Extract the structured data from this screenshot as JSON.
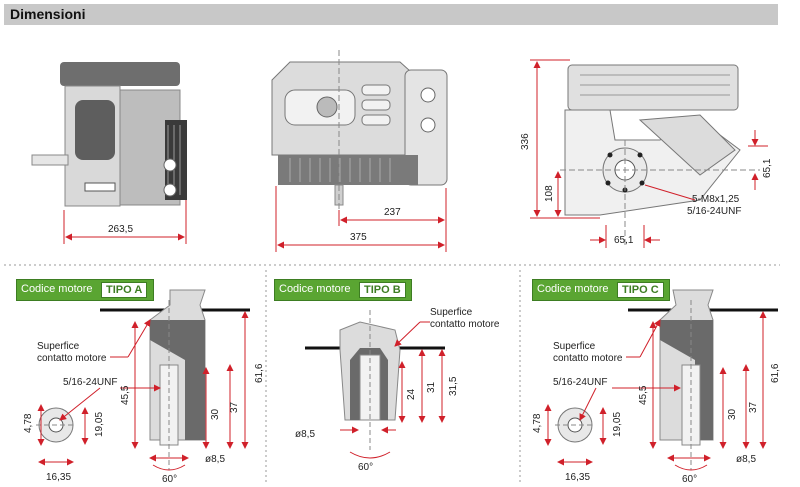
{
  "header": {
    "title": "Dimensioni"
  },
  "top": {
    "d1_width": "263,5",
    "d2_short": "237",
    "d2_long": "375",
    "d3_height": "336",
    "d3_108": "108",
    "d3_651v": "65,1",
    "d3_thread1": "5-M8x1,25",
    "d3_thread2": "5/16-24UNF",
    "d3_651h": "65,1"
  },
  "panels": [
    {
      "code_label": "Codice motore",
      "tipo": "TIPO A",
      "surface1": "Superfice",
      "surface2": "contatto motore",
      "thread": "5/16-24UNF",
      "d_478": "4,78",
      "d_1905": "19,05",
      "d_1635": "16,35",
      "d_455": "45,5",
      "d_30": "30",
      "d_37": "37",
      "d_616": "61,6",
      "d_o85": "ø8,5",
      "d_60": "60°"
    },
    {
      "code_label": "Codice motore",
      "tipo": "TIPO B",
      "surface1": "Superfice",
      "surface2": "contatto motore",
      "d_24": "24",
      "d_31": "31",
      "d_315": "31,5",
      "d_o85": "ø8,5",
      "d_60": "60°"
    },
    {
      "code_label": "Codice motore",
      "tipo": "TIPO C",
      "surface1": "Superfice",
      "surface2": "contatto motore",
      "thread": "5/16-24UNF",
      "d_478": "4,78",
      "d_1905": "19,05",
      "d_1635": "16,35",
      "d_455": "45,5",
      "d_30": "30",
      "d_37": "37",
      "d_616": "61,6",
      "d_o85": "ø8,5",
      "d_60": "60°"
    }
  ],
  "colors": {
    "dimension": "#d0202a",
    "badge": "#5aa532",
    "engine": "#888888"
  }
}
